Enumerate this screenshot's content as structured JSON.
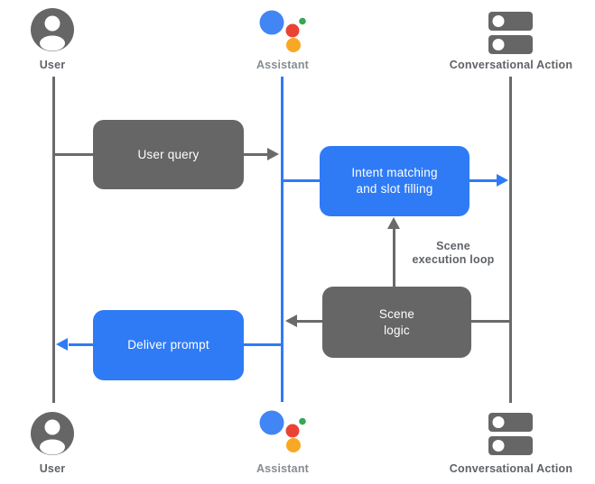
{
  "actors": {
    "user": "User",
    "assistant": "Assistant",
    "conversational_action": "Conversational Action"
  },
  "boxes": {
    "user_query": "User query",
    "intent_matching_line1": "Intent matching",
    "intent_matching_line2": "and slot filling",
    "scene_logic_line1": "Scene",
    "scene_logic_line2": "logic",
    "deliver_prompt": "Deliver prompt"
  },
  "annotations": {
    "scene_loop_line1": "Scene",
    "scene_loop_line2": "execution loop"
  },
  "colors": {
    "gray": "#666666",
    "line_gray": "#6a6a6a",
    "blue": "#2f7bf5",
    "label_gray": "#5f6368",
    "assistant_label_gray": "#878c91",
    "logo_blue": "#4285f4",
    "logo_red": "#ea4335",
    "logo_green": "#34a853",
    "logo_yellow": "#f9a825"
  }
}
